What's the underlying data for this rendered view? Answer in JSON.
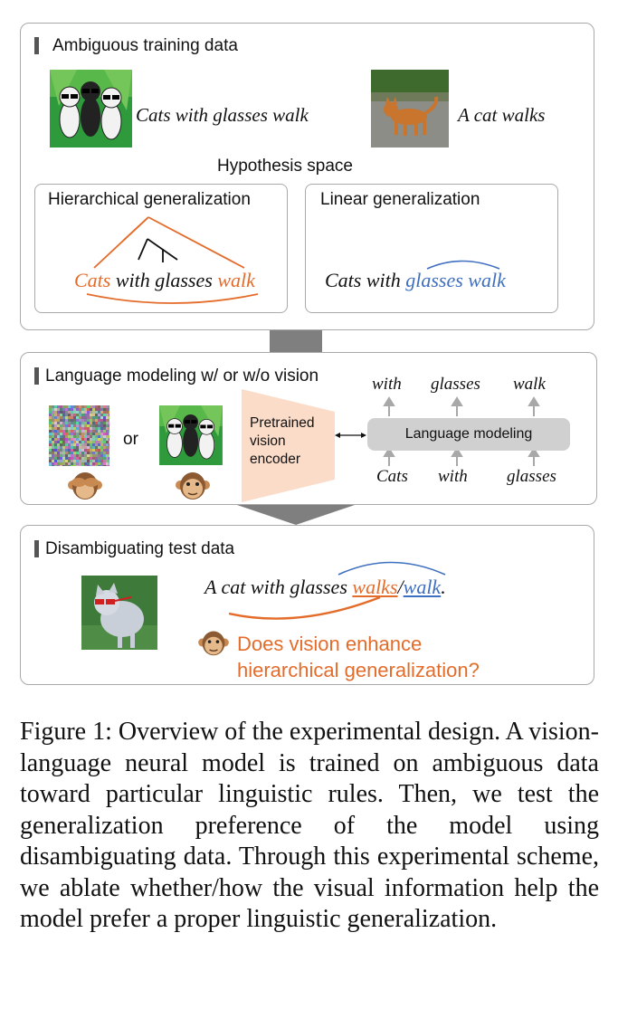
{
  "panel1": {
    "title": "Ambiguous training data",
    "example1": "Cats with glasses walk",
    "example2": "A cat walks",
    "hypothesis_label": "Hypothesis space",
    "hier": {
      "title": "Hierarchical generalization",
      "w1": "Cats",
      "w2": "with glasses",
      "w3": "walk"
    },
    "linear": {
      "title": "Linear generalization",
      "w1": "Cats with",
      "w2": "glasses walk"
    }
  },
  "panel2": {
    "title": "Language modeling w/ or w/o vision",
    "or": "or",
    "encoder": [
      "Pretrained",
      "vision",
      "encoder"
    ],
    "lm_box": "Language modeling",
    "outputs": [
      "with",
      "glasses",
      "walk"
    ],
    "inputs": [
      "Cats",
      "with",
      "glasses"
    ]
  },
  "panel3": {
    "title": "Disambiguating test data",
    "sentence_prefix": "A cat with glasses",
    "opt1": "walks",
    "slash": "/",
    "opt2": "walk",
    "period": ".",
    "question_line1": "Does vision enhance",
    "question_line2": "hierarchical generalization?"
  },
  "caption": "Figure 1: Overview of the experimental design. A vision-language neural model is trained on ambiguous data toward particular linguistic rules. Then, we test the generalization preference of the model using disambiguating data. Through this experimental scheme, we ablate whether/how the visual information help the model prefer a proper linguistic generalization.",
  "colors": {
    "orange": "#e46c2b",
    "blue": "#3f6fbf",
    "border": "#a9a9a9",
    "arrow": "#7f7f7f",
    "lm_box": "#d0d0d0",
    "encoder": "#fbdcc8"
  },
  "icons": [
    "cartoon-cats-image",
    "cat-photo",
    "noise-image",
    "see-no-evil-monkey-icon",
    "monkey-face-icon",
    "cat-with-glasses-photo"
  ]
}
